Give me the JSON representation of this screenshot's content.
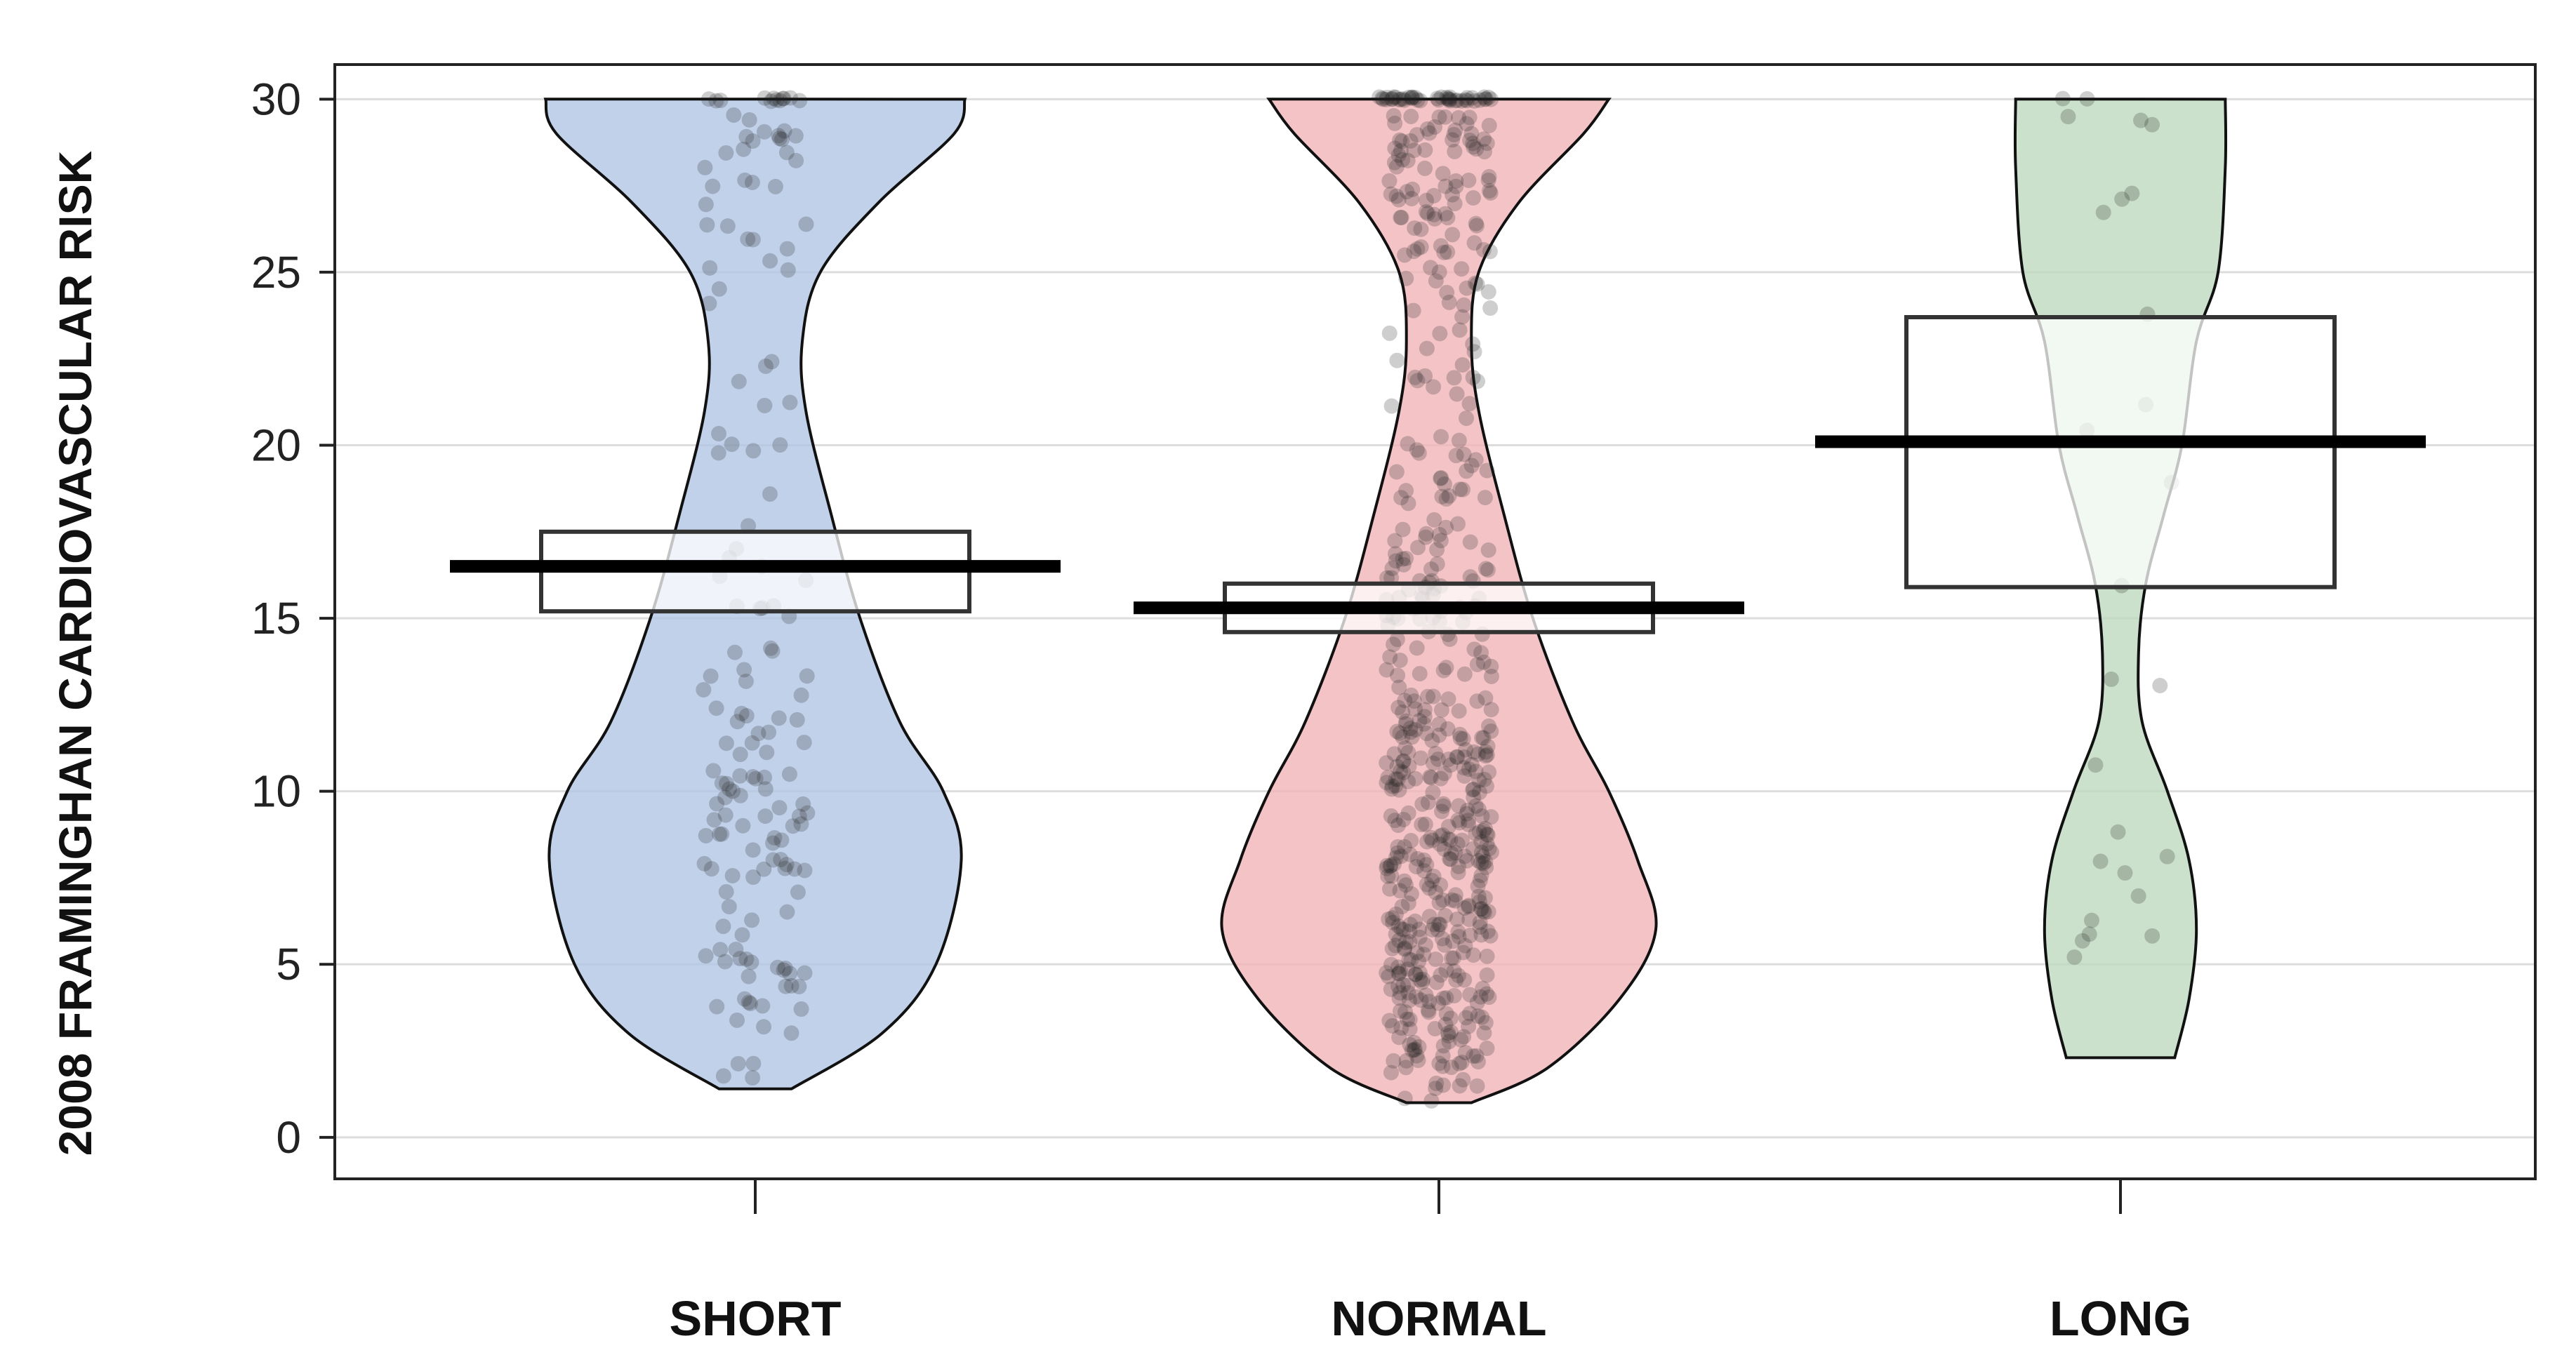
{
  "chart_data": {
    "type": "pirate",
    "title": "",
    "xlabel": "",
    "ylabel": "2008 FRAMINGHAN CARDIOVASCULAR RISK",
    "ylim": [
      -1.2,
      31
    ],
    "yticks": [
      0,
      5,
      10,
      15,
      20,
      25,
      30
    ],
    "grid": true,
    "legend": "none",
    "categories": [
      "SHORT",
      "NORMAL",
      "LONG"
    ],
    "series": [
      {
        "category": "SHORT",
        "color": "#b0c4e4",
        "mean": 16.5,
        "ci": [
          15.2,
          17.5
        ],
        "range": [
          1.4,
          30
        ],
        "density": [
          [
            1.4,
            0.1
          ],
          [
            3,
            0.35
          ],
          [
            5,
            0.5
          ],
          [
            8,
            0.57
          ],
          [
            10,
            0.52
          ],
          [
            12,
            0.4
          ],
          [
            15,
            0.29
          ],
          [
            18,
            0.21
          ],
          [
            21,
            0.14
          ],
          [
            23,
            0.13
          ],
          [
            25,
            0.18
          ],
          [
            27,
            0.34
          ],
          [
            29,
            0.55
          ],
          [
            30,
            0.58
          ]
        ],
        "points_n": 165
      },
      {
        "category": "NORMAL",
        "color": "#f0b2b6",
        "mean": 15.3,
        "ci": [
          14.6,
          16.0
        ],
        "range": [
          1.0,
          30
        ],
        "density": [
          [
            1.0,
            0.09
          ],
          [
            2,
            0.3
          ],
          [
            4,
            0.5
          ],
          [
            6,
            0.6
          ],
          [
            8,
            0.55
          ],
          [
            10,
            0.47
          ],
          [
            12,
            0.37
          ],
          [
            15,
            0.26
          ],
          [
            18,
            0.18
          ],
          [
            21,
            0.11
          ],
          [
            23,
            0.09
          ],
          [
            25,
            0.11
          ],
          [
            27,
            0.22
          ],
          [
            29,
            0.4
          ],
          [
            30,
            0.47
          ]
        ],
        "points_n": 620
      },
      {
        "category": "LONG",
        "color": "#bcd8bd",
        "mean": 20.1,
        "ci": [
          15.9,
          23.7
        ],
        "range": [
          2.3,
          30
        ],
        "density": [
          [
            2.3,
            0.15
          ],
          [
            4,
            0.19
          ],
          [
            6,
            0.21
          ],
          [
            8,
            0.19
          ],
          [
            10,
            0.13
          ],
          [
            12,
            0.06
          ],
          [
            14,
            0.05
          ],
          [
            16,
            0.07
          ],
          [
            18,
            0.12
          ],
          [
            20,
            0.17
          ],
          [
            23,
            0.21
          ],
          [
            25,
            0.27
          ],
          [
            28,
            0.29
          ],
          [
            30,
            0.29
          ]
        ],
        "points_n": 26
      }
    ]
  }
}
